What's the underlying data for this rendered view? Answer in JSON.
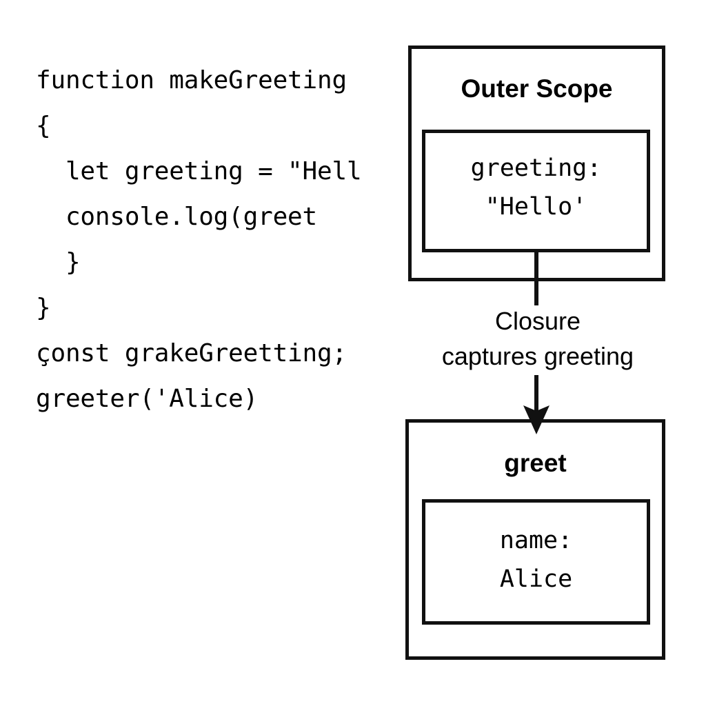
{
  "diagram": {
    "title_semantic": "javascript-closure-scope-diagram",
    "background_color": "#ffffff",
    "line_color": "#111111",
    "text_color": "#000000"
  },
  "code": {
    "lines": [
      "function makeGreeting",
      "{",
      "  let greeting = \"Hell",
      "  console.log(greet",
      "  }",
      "}",
      "çonst grakeGreetting;",
      "greeter('Alice)"
    ]
  },
  "outer_scope": {
    "title": "Outer Scope",
    "variable": {
      "key": "greeting:",
      "value": "\"Hello'"
    }
  },
  "connector": {
    "label_line1": "Closure",
    "label_line2": "captures greeting",
    "arrow_icon": "arrow-down-icon"
  },
  "greet_scope": {
    "title": "greet",
    "variable": {
      "key": "name:",
      "value": "Alice"
    }
  }
}
